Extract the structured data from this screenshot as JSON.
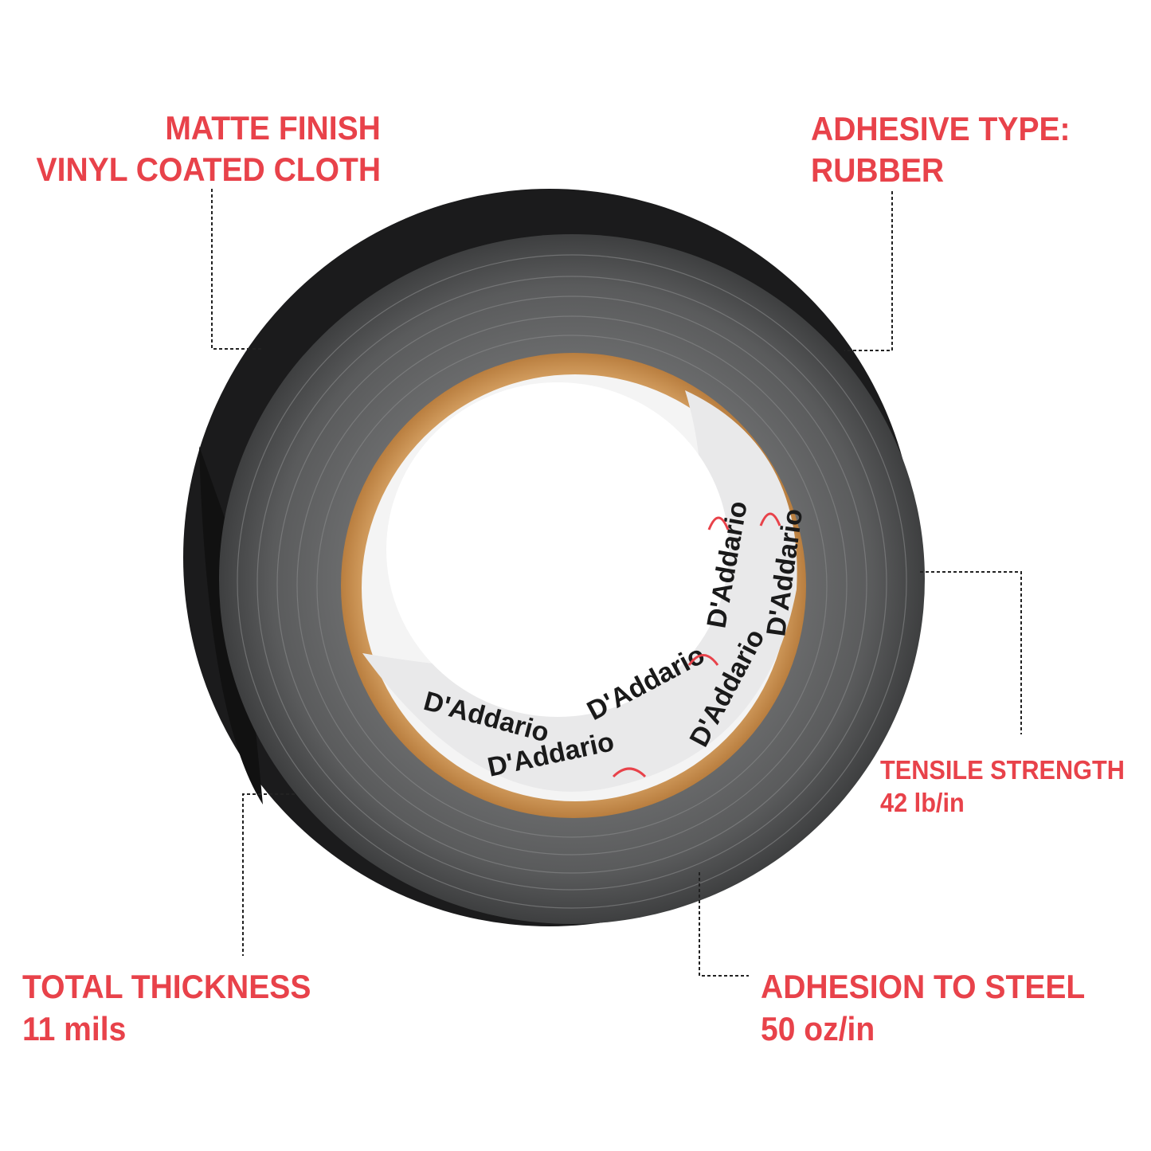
{
  "brand": "D'Addario",
  "accent_color": "#e8424a",
  "callouts": {
    "finish": {
      "line1": "MATTE FINISH",
      "line2": "VINYL COATED CLOTH"
    },
    "adhesive": {
      "line1": "ADHESIVE TYPE:",
      "line2": "RUBBER"
    },
    "tensile": {
      "title": "TENSILE STRENGTH",
      "value": "42 lb/in"
    },
    "thickness": {
      "title": "TOTAL THICKNESS",
      "value": "11 mils"
    },
    "adhesion": {
      "title": "ADHESION TO STEEL",
      "value": "50 oz/in"
    }
  }
}
